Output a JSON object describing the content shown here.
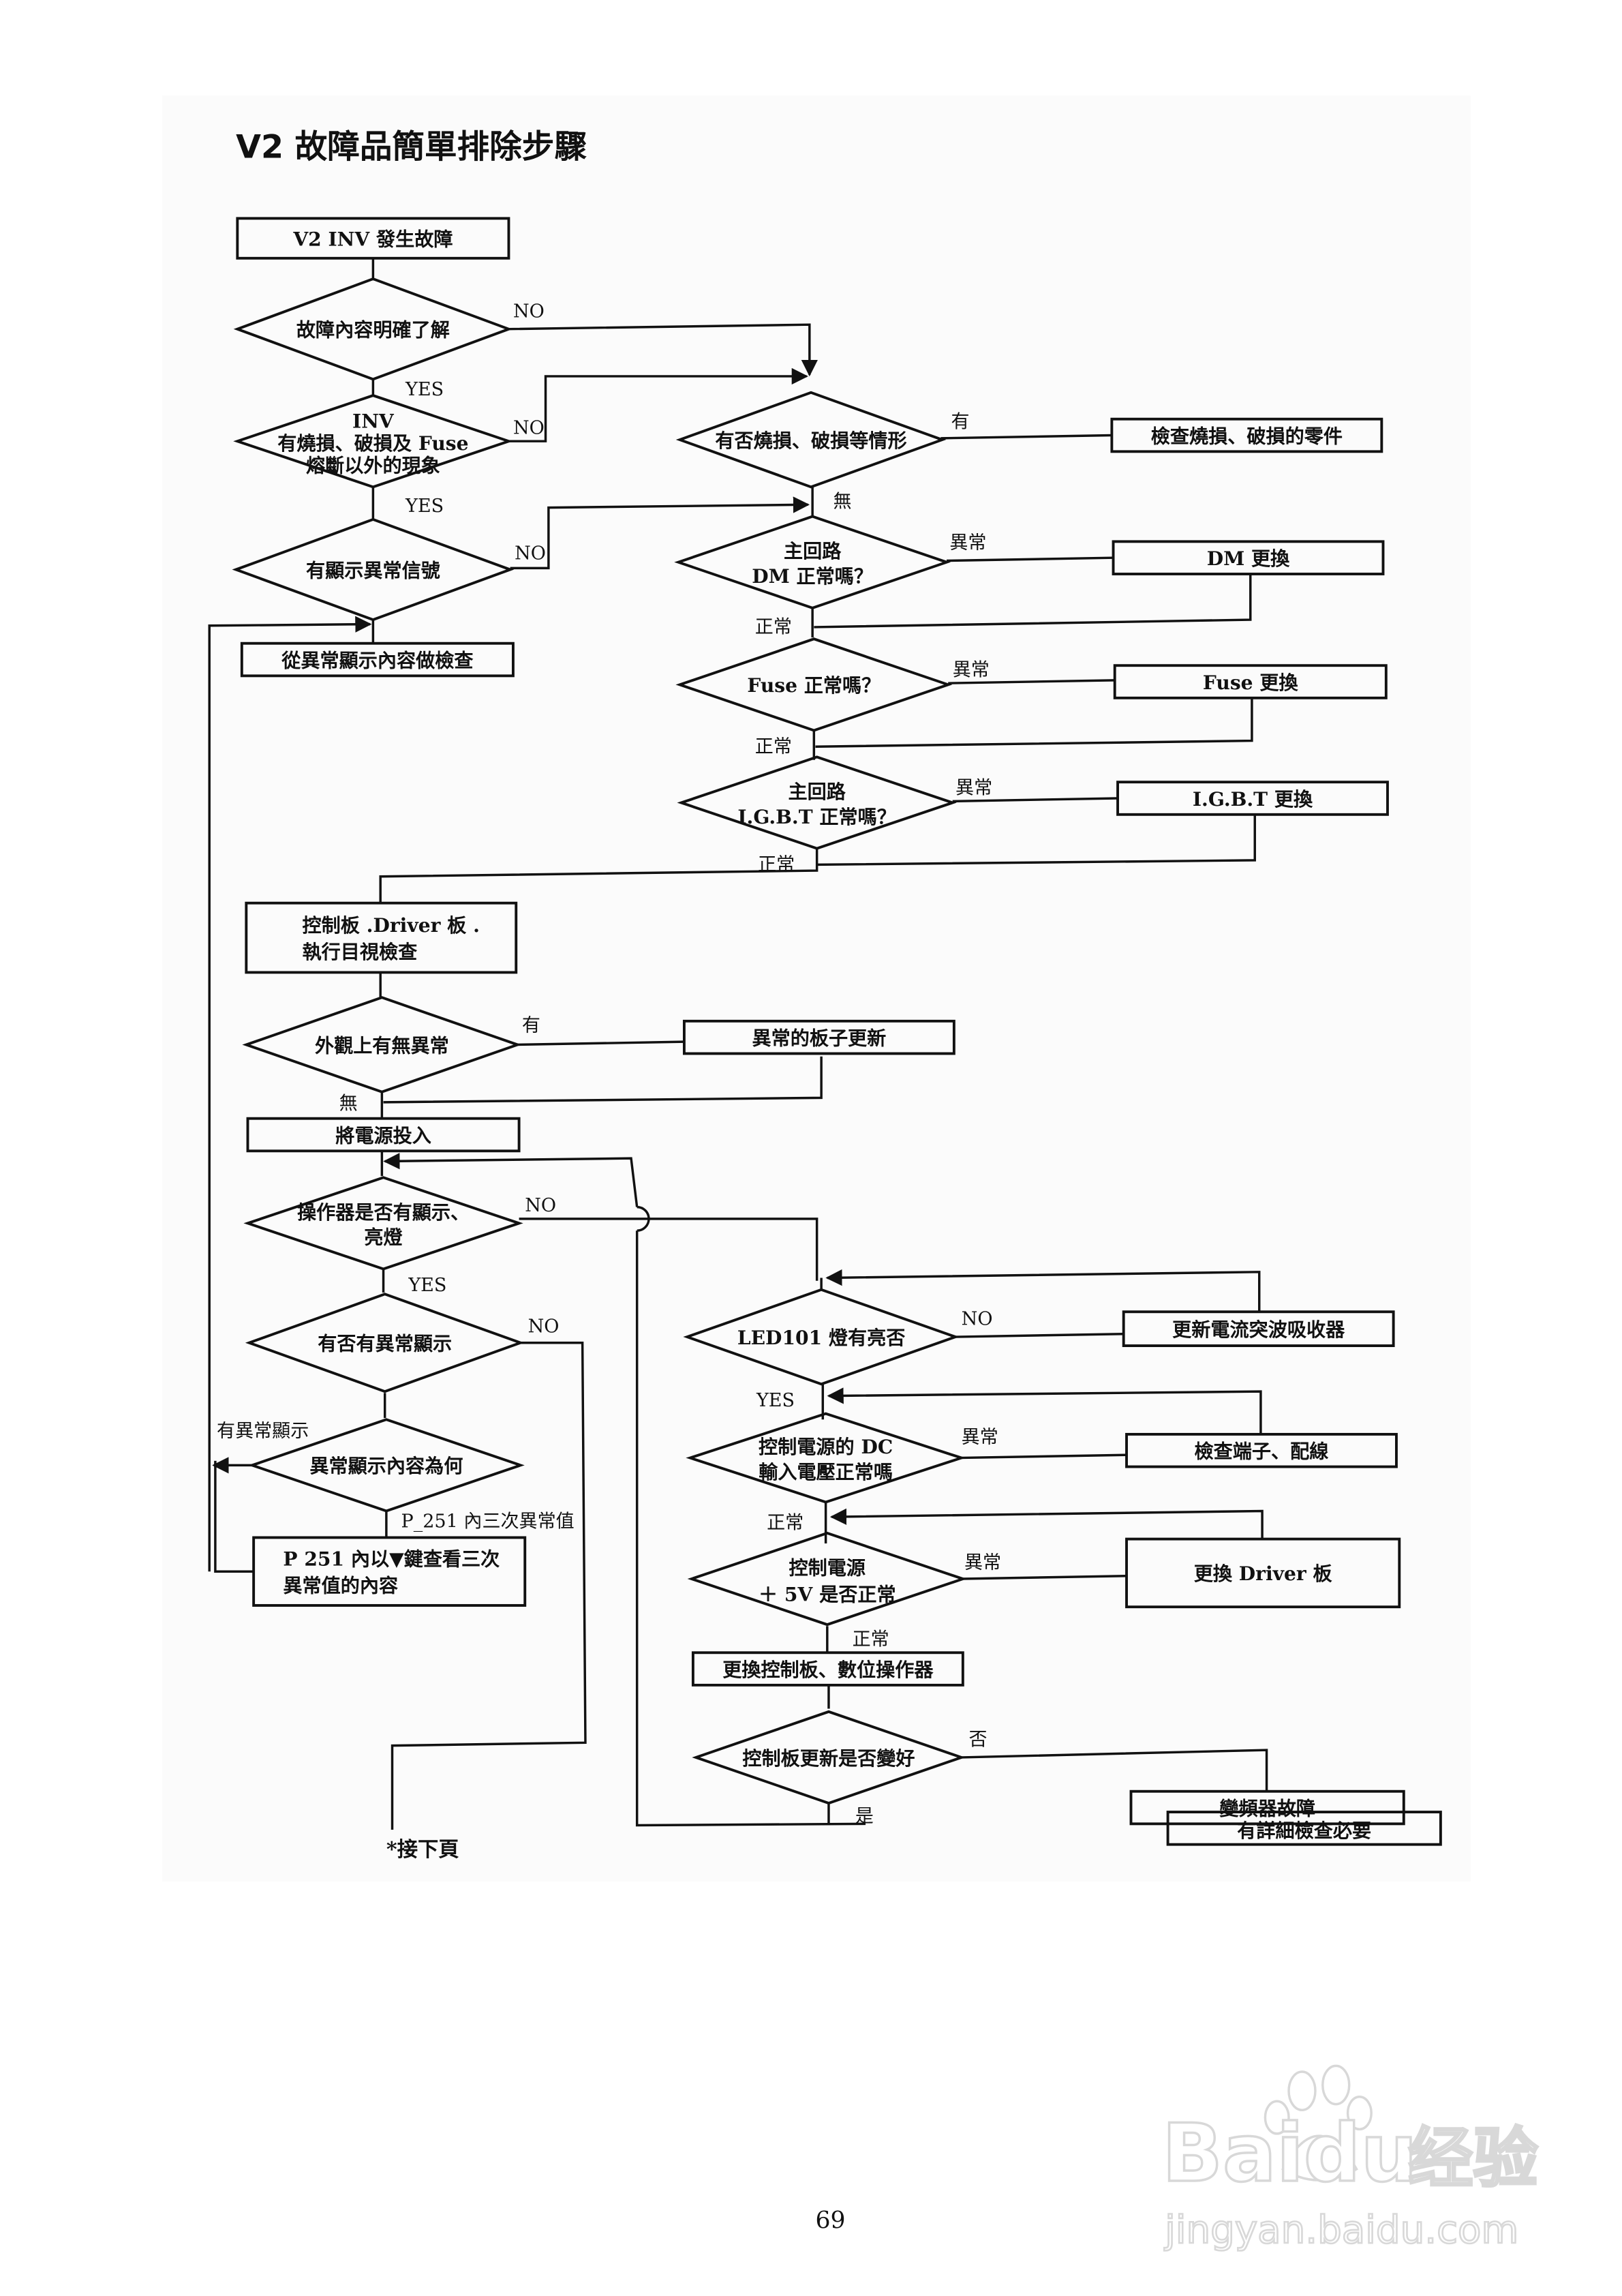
{
  "title": "V2 故障品簡單排除步驟",
  "page_number": "69",
  "footer_note": "*接下頁",
  "watermark": {
    "brand": "Baidu",
    "brand_cn": "经验",
    "paw_text": "du",
    "url": "jingyan.baidu.com"
  },
  "nodes": {
    "start": "V2  INV 發生故障",
    "d_understood": "故障內容明確了解",
    "d_inv_line1": "INV",
    "d_inv_line2": "有燒損、破損及 Fuse",
    "d_inv_line3": "熔斷以外的現象",
    "d_signal": "有顯示異常信號",
    "p_check_display": "從異常顯示內容做檢查",
    "d_burn": "有否燒損、破損等情形",
    "p_check_burn": "檢查燒損、破損的零件",
    "d_dm_line1": "主回路",
    "d_dm_line2": "DM 正常嗎？",
    "p_dm": "DM 更換",
    "d_fuse": "Fuse 正常嗎？",
    "p_fuse": "Fuse 更換",
    "d_igbt_line1": "主回路",
    "d_igbt_line2": "I.G.B.T 正常嗎？",
    "p_igbt": "I.G.B.T 更換",
    "p_visual_line1": "控制板 .Driver 板 .",
    "p_visual_line2": "執行目視檢查",
    "d_appearance": "外觀上有無異常",
    "p_board_replace": "異常的板子更新",
    "p_power_on": "將電源投入",
    "d_operator_line1": "操作器是否有顯示、",
    "d_operator_line2": "亮燈",
    "d_abnormal_disp": "有否有異常顯示",
    "d_disp_content": "異常顯示內容為何",
    "p_p251_line1": "P  251 內以▼鍵查看三次",
    "p_p251_line2": "異常值的內容",
    "d_led": "LED101 燈有亮否",
    "p_surge": "更新電流突波吸收器",
    "d_dc_line1": "控制電源的 DC",
    "d_dc_line2": "輸入電壓正常嗎",
    "p_terminal": "檢查端子、配線",
    "d_5v_line1": "控制電源",
    "d_5v_line2": "＋ 5V 是否正常",
    "p_driver": "更換 Driver 板",
    "p_ctrl_replace": "更換控制板、數位操作器",
    "d_ctrl_better": "控制板更新是否變好",
    "p_inverter_fault": "變頻器故障",
    "p_detail_check": "有詳細檢查必要"
  },
  "labels": {
    "no1": "NO",
    "yes1": "YES",
    "no2": "NO",
    "yes2": "YES",
    "no3": "NO",
    "you1": "有",
    "wu1": "無",
    "abn1": "異常",
    "norm1": "正常",
    "abn2": "異常",
    "norm2": "正常",
    "abn3": "異常",
    "norm3": "正常",
    "you2": "有",
    "wu2": "無",
    "no4": "NO",
    "yes4": "YES",
    "no5": "NO",
    "has_abn_disp": "有異常顯示",
    "p251_values": "P_251 內三次異常值",
    "no6": "NO",
    "yes6": "YES",
    "abn4": "異常",
    "norm4": "正常",
    "abn5": "異常",
    "norm5": "正常",
    "fou": "否",
    "shi": "是"
  }
}
